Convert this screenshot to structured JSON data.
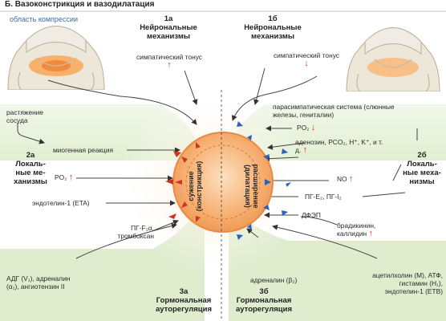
{
  "title": "Б. Вазоконстрикция и вазодилатация",
  "compression_label": "область компрессии",
  "headers": {
    "h1a_num": "1а",
    "h1a_text": "Нейрональные механизмы",
    "h1b_num": "1б",
    "h1b_text": "Нейрональные механизмы",
    "h2a_num": "2а",
    "h2a_text": "Локаль-ные ме-ханизмы",
    "h2b_num": "2б",
    "h2b_text": "Локаль-ные меха-низмы",
    "h3a_num": "3а",
    "h3a_text": "Гормональная ауторегуляция",
    "h3b_num": "3б",
    "h3b_text": "Гормональная ауторегуляция"
  },
  "left": {
    "symp_tone": "симпатический тонус",
    "stretch": "растяжение сосуда",
    "myogenic": "миогенная реакция",
    "po2": "PO₂",
    "endothelin": "эндотелин-1 (ETA)",
    "pg_f": "ПГ-F₂α, тромбоксан",
    "hormones": "АДГ (V₁), адреналин (α₁), ангиотензин II"
  },
  "right": {
    "symp_tone": "симпатический тонус",
    "parasymp": "парасимпатическая система (слюнные железы, гениталии)",
    "po2": "PO₂",
    "adenosine": "аденозин, PCO₂, H⁺, K⁺, и т. д.",
    "no": "NO",
    "pg": "ПГ-E₂, ПГ-I₂",
    "edhf": "ДФЭП",
    "bradykinin": "брадикинин, каллидин",
    "adrenaline_b2": "адреналин (β₂)",
    "hormones": "ацетилхолин (M), АТФ, гистамин (H₁), эндотелин-1 (ETB)"
  },
  "center": {
    "constriction": "сужение (констрикция)",
    "dilation": "расширение (дилатация)"
  },
  "colors": {
    "accent_red": "#d0341e",
    "accent_blue": "#2a62c0",
    "orange": "#f4a156",
    "green": "#dcebc6"
  }
}
